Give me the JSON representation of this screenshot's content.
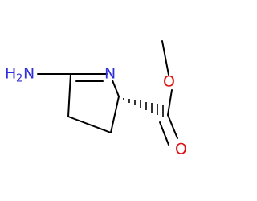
{
  "molecule": {
    "atoms": {
      "amine": {
        "element": "N",
        "hydrogens": "H",
        "count": "2"
      },
      "ring_nitrogen": {
        "element": "N"
      },
      "ester_oxygen": {
        "element": "O"
      },
      "carbonyl_oxygen": {
        "element": "O"
      }
    },
    "colors": {
      "bond": "#000000",
      "nitrogen": "#3030d8",
      "oxygen": "#e01010"
    },
    "stereo": {
      "C2": "wedge-hash"
    }
  }
}
